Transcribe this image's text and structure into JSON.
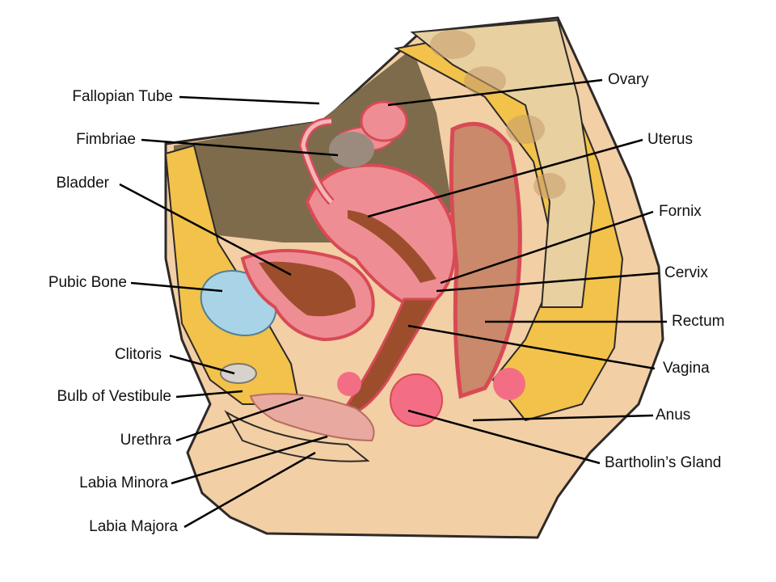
{
  "labels_left": {
    "fallopian_tube": "Fallopian Tube",
    "fimbriae": "Fimbriae",
    "bladder": "Bladder",
    "pubic_bone": "Pubic Bone",
    "clitoris": "Clitoris",
    "bulb_of_vestibule": "Bulb of Vestibule",
    "urethra": "Urethra",
    "labia_minora": "Labia Minora",
    "labia_majora": "Labia Majora"
  },
  "labels_right": {
    "ovary": "Ovary",
    "uterus": "Uterus",
    "fornix": "Fornix",
    "cervix": "Cervix",
    "rectum": "Rectum",
    "vagina": "Vagina",
    "anus": "Anus",
    "bartholins_gland": "Bartholin’s Gland"
  },
  "colors": {
    "skin": "#F2CFA5",
    "skin_outline": "#2E2A28",
    "fat": "#F2C24A",
    "fat_light": "#F6D77A",
    "cavity": "#7D6B4C",
    "tissue_pink": "#EE8E94",
    "tissue_red": "#D84A55",
    "bladder_brown": "#9C4E2C",
    "bone": "#E8D0A0",
    "pubic_bone_blue": "#A9D3E6",
    "rectum_tan": "#C9896A",
    "gland_pink": "#F36E84",
    "leader_line": "#000000"
  }
}
